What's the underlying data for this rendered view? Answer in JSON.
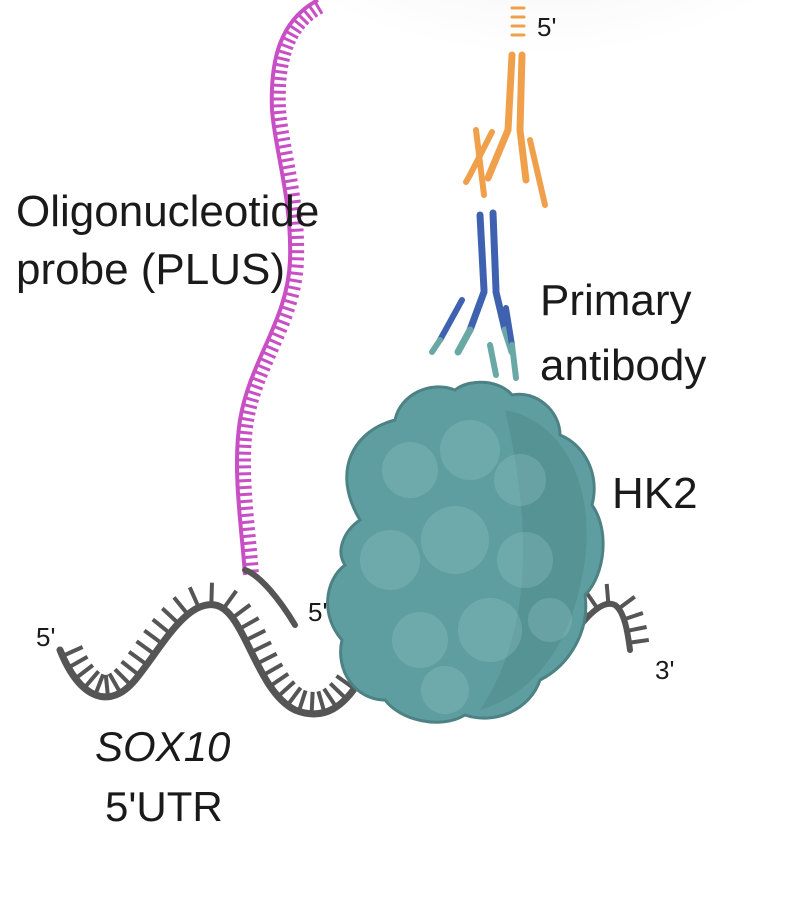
{
  "labels": {
    "probe_line1": "Oligonucleotide",
    "probe_line2": "probe (PLUS)",
    "antibody_line1": "Primary",
    "antibody_line2": "antibody",
    "protein": "HK2",
    "gene_name": "SOX10",
    "gene_region": "5'UTR",
    "five_prime_left": "5'",
    "five_prime_probe": "5'",
    "five_prime_top": "5'",
    "three_prime_right": "3'"
  },
  "colors": {
    "probe": "#c84fc4",
    "mrna": "#555555",
    "protein": "#5f9ea0",
    "primary_antibody": "#3f62b0",
    "primary_antibody_tip": "#6aa8a6",
    "secondary_antibody": "#f0a04a"
  }
}
